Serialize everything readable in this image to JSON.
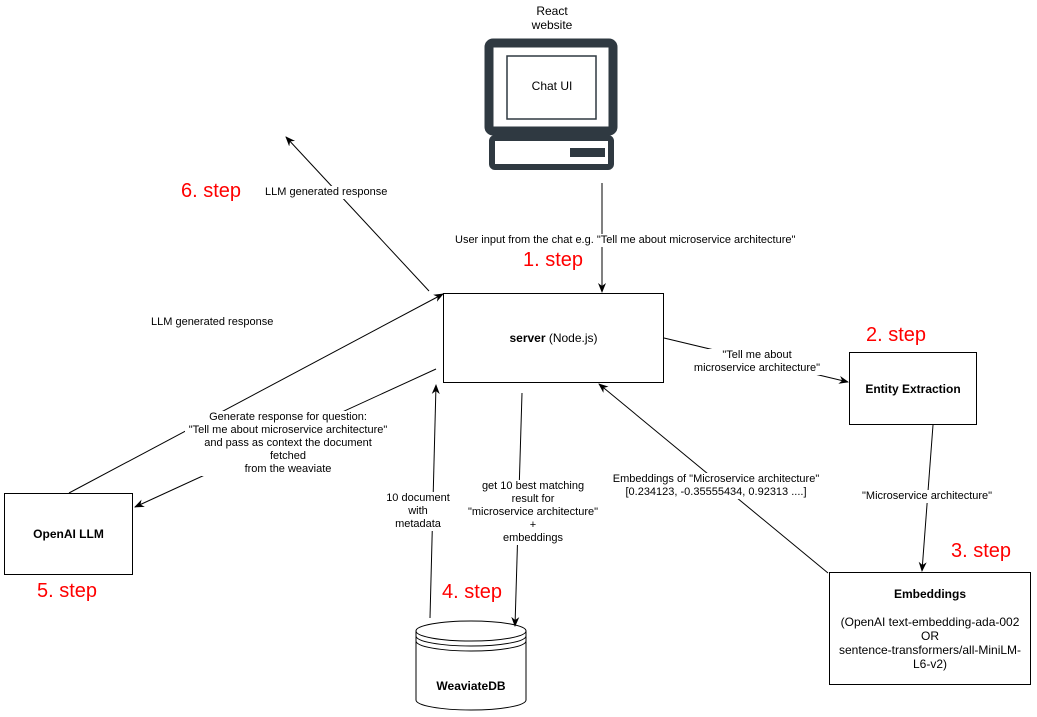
{
  "nodes": {
    "react_site": "React\nwebsite",
    "chat_ui": "Chat UI",
    "server_bold": "server",
    "server_rest": " (Node.js)",
    "entity_extraction": "Entity Extraction",
    "embeddings_title": "Embeddings",
    "embeddings_detail": "(OpenAI text-embedding-ada-002\nOR\nsentence-transformers/all-MiniLM-\nL6-v2)",
    "openai_llm": "OpenAI LLM",
    "weaviate": "WeaviateDB"
  },
  "edge_labels": {
    "user_input": "User input from the chat e.g. \"Tell me about microservice architecture\"",
    "to_entity": "\"Tell me about\nmicroservice architecture\"",
    "to_embeddings": "\"Microservice architecture\"",
    "embeddings_back": "Embeddings of \"Microservice architecture\"\n[0.234123, -0.35555434, 0.92313 ....]",
    "query_db": "get 10 best matching\nresult for\n\"microservice architecture\"\n+\nembeddings",
    "db_back": "10 document\nwith metadata",
    "to_llm": "Generate response for question:\n\"Tell me about microservice architecture\"\nand pass as context the document fetched\nfrom the weaviate",
    "llm_back": "LLM generated response",
    "to_chat": "LLM generated response"
  },
  "steps": {
    "s1": "1. step",
    "s2": "2. step",
    "s3": "3. step",
    "s4": "4. step",
    "s5": "5. step",
    "s6": "6. step"
  },
  "colors": {
    "step": "#ff0000",
    "stroke": "#000000",
    "monitor": "#2f3941"
  }
}
